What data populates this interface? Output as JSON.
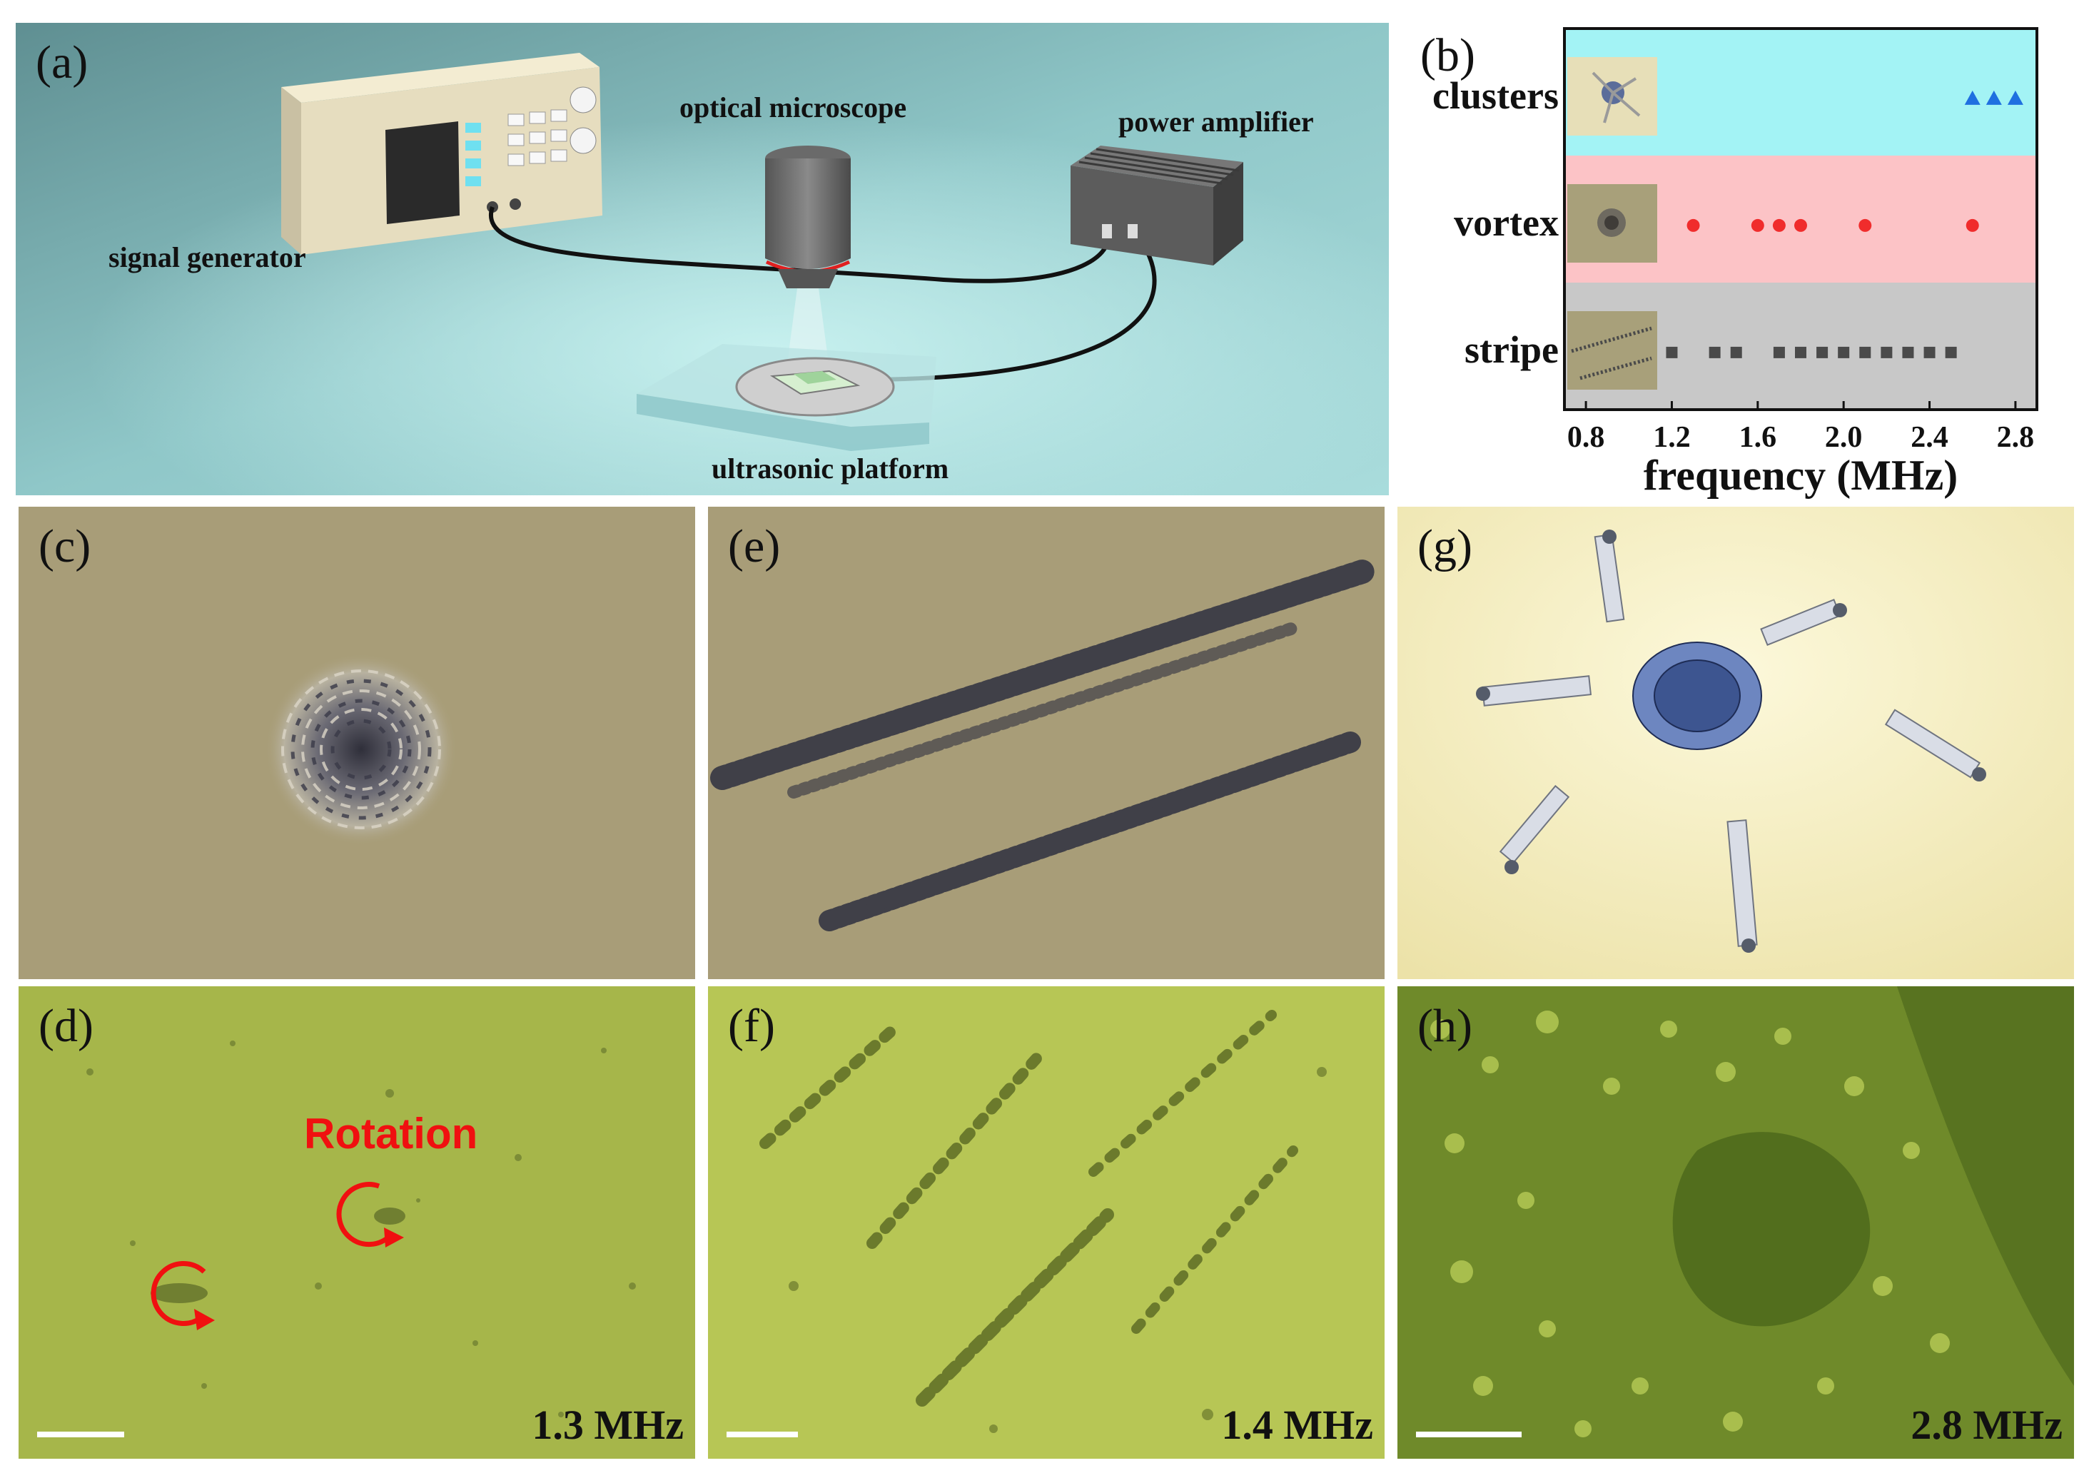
{
  "panels": {
    "a": {
      "label": "(a)",
      "labels": {
        "signal_generator": "signal generator",
        "optical_microscope": "optical microscope",
        "power_amplifier": "power amplifier",
        "ultrasonic_platform": "ultrasonic platform"
      }
    },
    "b": {
      "label": "(b)"
    },
    "c": {
      "label": "(c)"
    },
    "d": {
      "label": "(d)",
      "annotation": "Rotation",
      "frequency": "1.3 MHz"
    },
    "e": {
      "label": "(e)"
    },
    "f": {
      "label": "(f)",
      "frequency": "1.4 MHz"
    },
    "g": {
      "label": "(g)"
    },
    "h": {
      "label": "(h)",
      "frequency": "2.8 MHz"
    }
  },
  "colors": {
    "clusters_band": "#a3f3f5",
    "vortex_band": "#fcc3c6",
    "stripe_band": "#c8c8c8",
    "clusters_marker": "#1f6fe0",
    "vortex_marker": "#f02c2c",
    "stripe_marker": "#4a4a4a",
    "rotation_text": "#f01010"
  },
  "chart_data": {
    "type": "scatter",
    "xlabel": "frequency (MHz)",
    "ylabel": "",
    "xlim": [
      0.7,
      2.9
    ],
    "xticks": [
      "0.8",
      "1.2",
      "1.6",
      "2.0",
      "2.4",
      "2.8"
    ],
    "categories": [
      "clusters",
      "vortex",
      "stripe"
    ],
    "grid": false,
    "series": [
      {
        "name": "clusters",
        "marker": "triangle",
        "x": [
          2.6,
          2.7,
          2.8
        ]
      },
      {
        "name": "vortex",
        "marker": "circle",
        "x": [
          1.3,
          1.6,
          1.7,
          1.8,
          2.1,
          2.6
        ]
      },
      {
        "name": "stripe",
        "marker": "square",
        "x": [
          1.2,
          1.4,
          1.5,
          1.7,
          1.8,
          1.9,
          2.0,
          2.1,
          2.2,
          2.3,
          2.4,
          2.5
        ]
      }
    ]
  }
}
